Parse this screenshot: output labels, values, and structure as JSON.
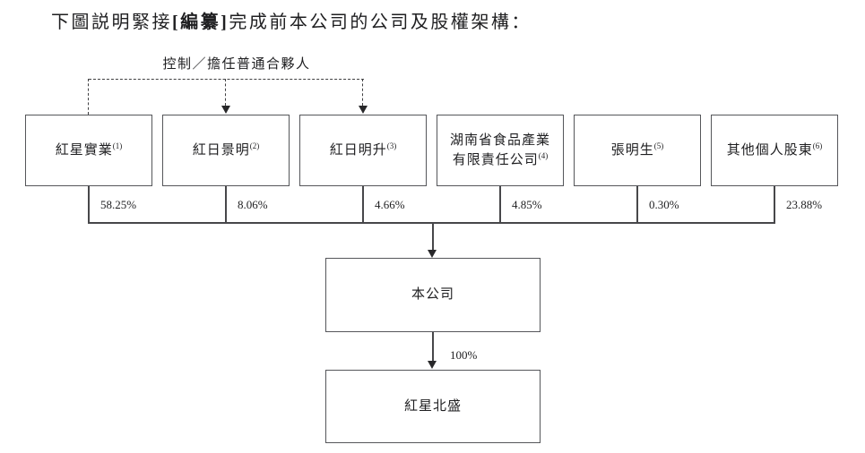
{
  "page": {
    "title": {
      "pre": "下圖説明緊接",
      "bracket": "[編纂]",
      "post": "完成前本公司的公司及股權架構："
    }
  },
  "diagram": {
    "control_label": "控制／擔任普通合夥人",
    "shareholders": [
      {
        "name": "紅星實業",
        "note": "(1)",
        "percent": "58.25%"
      },
      {
        "name": "紅日景明",
        "note": "(2)",
        "percent": "8.06%"
      },
      {
        "name": "紅日明升",
        "note": "(3)",
        "percent": "4.66%"
      },
      {
        "name": "湖南省食品產業\n有限責任公司",
        "note": "(4)",
        "percent": "4.85%"
      },
      {
        "name": "張明生",
        "note": "(5)",
        "percent": "0.30%"
      },
      {
        "name": "其他個人股東",
        "note": "(6)",
        "percent": "23.88%"
      }
    ],
    "company": {
      "name": "本公司"
    },
    "subsidiary": {
      "name": "紅星北盛",
      "ownership": "100%"
    },
    "colors": {
      "background": "#ffffff",
      "text": "#1f1f21",
      "box_border": "#55565a",
      "line": "#47474a"
    }
  }
}
